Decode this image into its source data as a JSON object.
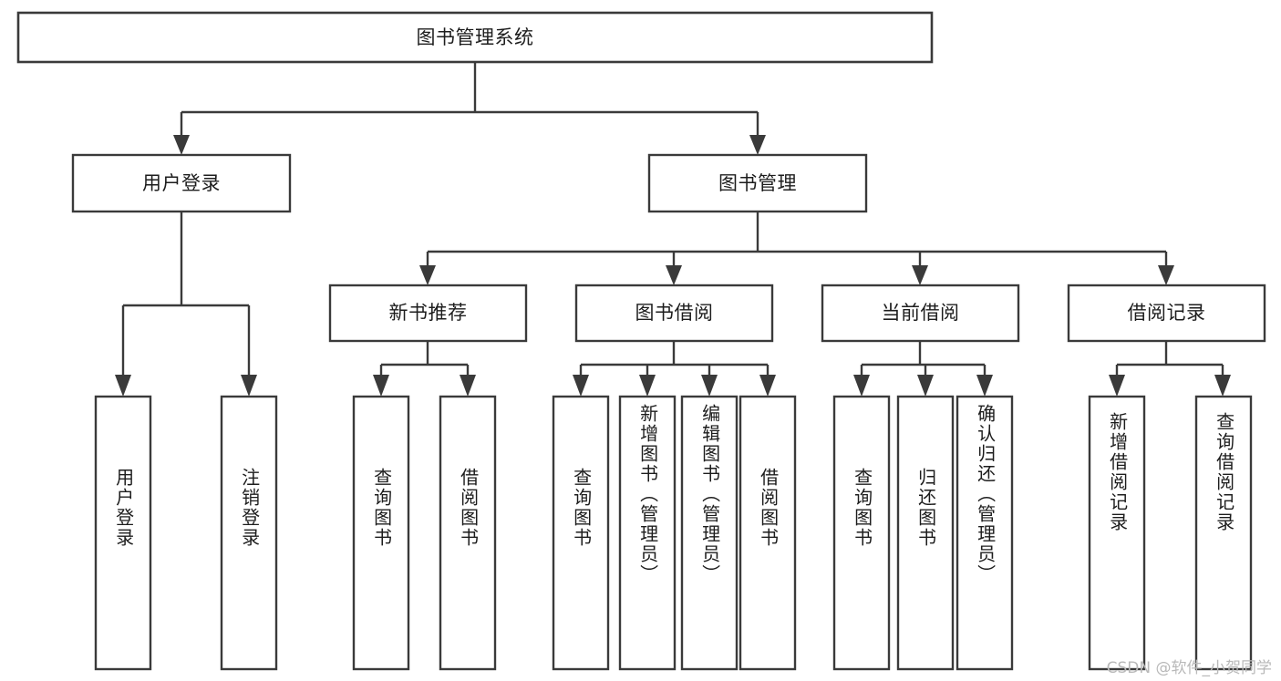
{
  "diagram": {
    "title": "图书管理系统",
    "watermark": "CSDN @软件_小贺同学",
    "type": "tree-hierarchy-diagram",
    "colors": {
      "box_stroke": "#3a3a3a",
      "box_fill": "#ffffff",
      "text": "#1d1d1d",
      "background": "#ffffff",
      "watermark": "#b9b9b9"
    },
    "root": {
      "label": "图书管理系统"
    },
    "level2": [
      {
        "label": "用户登录"
      },
      {
        "label": "图书管理"
      }
    ],
    "level3": [
      {
        "label": "新书推荐"
      },
      {
        "label": "图书借阅"
      },
      {
        "label": "当前借阅"
      },
      {
        "label": "借阅记录"
      }
    ],
    "leaves": {
      "user_login": [
        {
          "label": "用户登录"
        },
        {
          "label": "注销登录"
        }
      ],
      "new_book_recommend": [
        {
          "label": "查询图书"
        },
        {
          "label": "借阅图书"
        }
      ],
      "book_borrow": [
        {
          "label": "查询图书"
        },
        {
          "label": "新增图书（管理员）"
        },
        {
          "label": "编辑图书（管理员）"
        },
        {
          "label": "借阅图书"
        }
      ],
      "current_borrow": [
        {
          "label": "查询图书"
        },
        {
          "label": "归还图书"
        },
        {
          "label": "确认归还（管理员）"
        }
      ],
      "borrow_record": [
        {
          "label": "新增借阅记录"
        },
        {
          "label": "查询借阅记录"
        }
      ]
    }
  }
}
